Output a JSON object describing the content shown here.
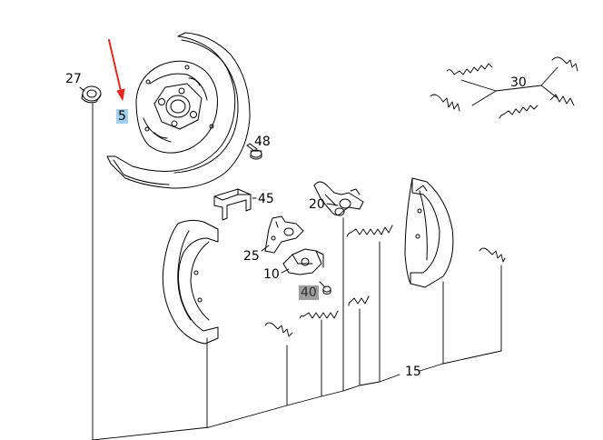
{
  "parts": {
    "p27": "27",
    "p5": "5",
    "p48": "48",
    "p45": "45",
    "p20": "20",
    "p25": "25",
    "p10": "10",
    "p40": "40",
    "p30": "30",
    "p15": "15"
  },
  "colors": {
    "line": "#000000",
    "arrow": "#e8281e",
    "highlight_selected": "#9fd1ee",
    "highlight_secondary": "#9e9e9e"
  },
  "icons": {
    "pointer": "red-arrow-icon"
  }
}
